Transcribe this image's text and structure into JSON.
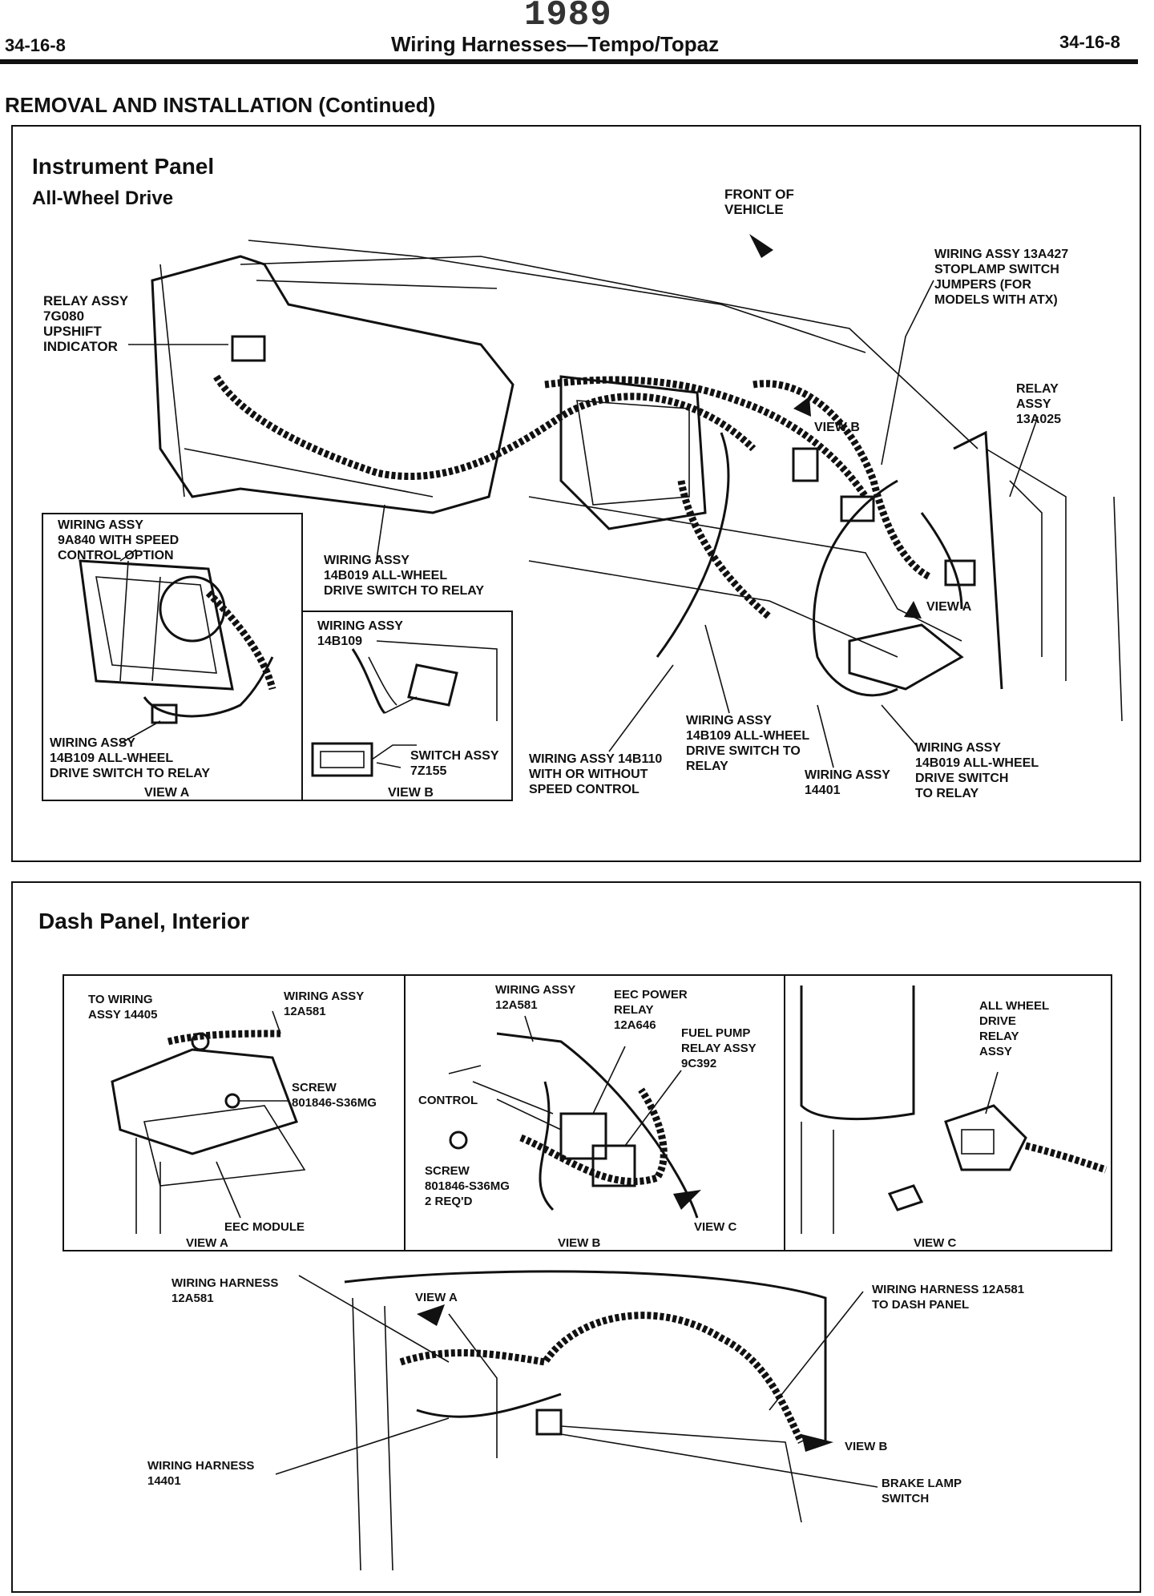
{
  "header": {
    "year": "1989",
    "page_left": "34-16-8",
    "page_right": "34-16-8",
    "title": "Wiring Harnesses—Tempo/Topaz"
  },
  "section_title": "REMOVAL AND INSTALLATION (Continued)",
  "panel1": {
    "title": "Instrument Panel",
    "subtitle": "All-Wheel Drive",
    "labels": {
      "front": "FRONT OF\nVEHICLE",
      "relay_7g080": "RELAY ASSY\n7G080\nUPSHIFT\nINDICATOR",
      "wiring_13a427": "WIRING ASSY 13A427\nSTOPLAMP SWITCH\nJUMPERS (FOR\nMODELS WITH ATX)",
      "relay_13a025": "RELAY\nASSY\n13A025",
      "view_b_arrow": "VIEW B",
      "view_a_arrow": "VIEW A",
      "wiring_14b019_mid": "WIRING ASSY\n14B019 ALL-WHEEL\nDRIVE SWITCH TO RELAY",
      "wiring_14b110": "WIRING ASSY 14B110\nWITH OR WITHOUT\nSPEED CONTROL",
      "wiring_14b109_mid": "WIRING ASSY\n14B109 ALL-WHEEL\nDRIVE SWITCH TO\nRELAY",
      "wiring_14401": "WIRING ASSY\n14401",
      "wiring_14b019_right": "WIRING ASSY\n14B019 ALL-WHEEL\nDRIVE SWITCH\nTO RELAY"
    },
    "view_a": {
      "top_label": "WIRING ASSY\n9A840 WITH SPEED\nCONTROL OPTION",
      "bottom_label": "WIRING ASSY\n14B109 ALL-WHEEL\nDRIVE SWITCH TO RELAY",
      "caption": "VIEW A"
    },
    "view_b": {
      "top_label": "WIRING ASSY\n14B109",
      "switch_label": "SWITCH ASSY\n7Z155",
      "caption": "VIEW B"
    }
  },
  "panel2": {
    "title": "Dash Panel, Interior",
    "view_a": {
      "to_wiring": "TO WIRING\nASSY 14405",
      "wiring_12a581": "WIRING ASSY\n12A581",
      "screw": "SCREW\n801846-S36MG",
      "eec_module": "EEC MODULE",
      "caption": "VIEW A"
    },
    "view_b": {
      "wiring_12a581": "WIRING ASSY\n12A581",
      "eec_relay": "EEC POWER\nRELAY\n12A646",
      "fuel_pump": "FUEL PUMP\nRELAY ASSY\n9C392",
      "control": "CONTROL",
      "screw": "SCREW\n801846-S36MG\n2 REQ'D",
      "view_c": "VIEW C",
      "caption": "VIEW B"
    },
    "view_c": {
      "relay": "ALL WHEEL\nDRIVE\nRELAY\nASSY",
      "caption": "VIEW C"
    },
    "bottom": {
      "harness_12a581": "WIRING HARNESS\n12A581",
      "view_a": "VIEW A",
      "harness_dash": "WIRING HARNESS 12A581\nTO DASH PANEL",
      "view_b": "VIEW B",
      "harness_14401": "WIRING HARNESS\n14401",
      "brake_lamp": "BRAKE LAMP\nSWITCH"
    }
  }
}
